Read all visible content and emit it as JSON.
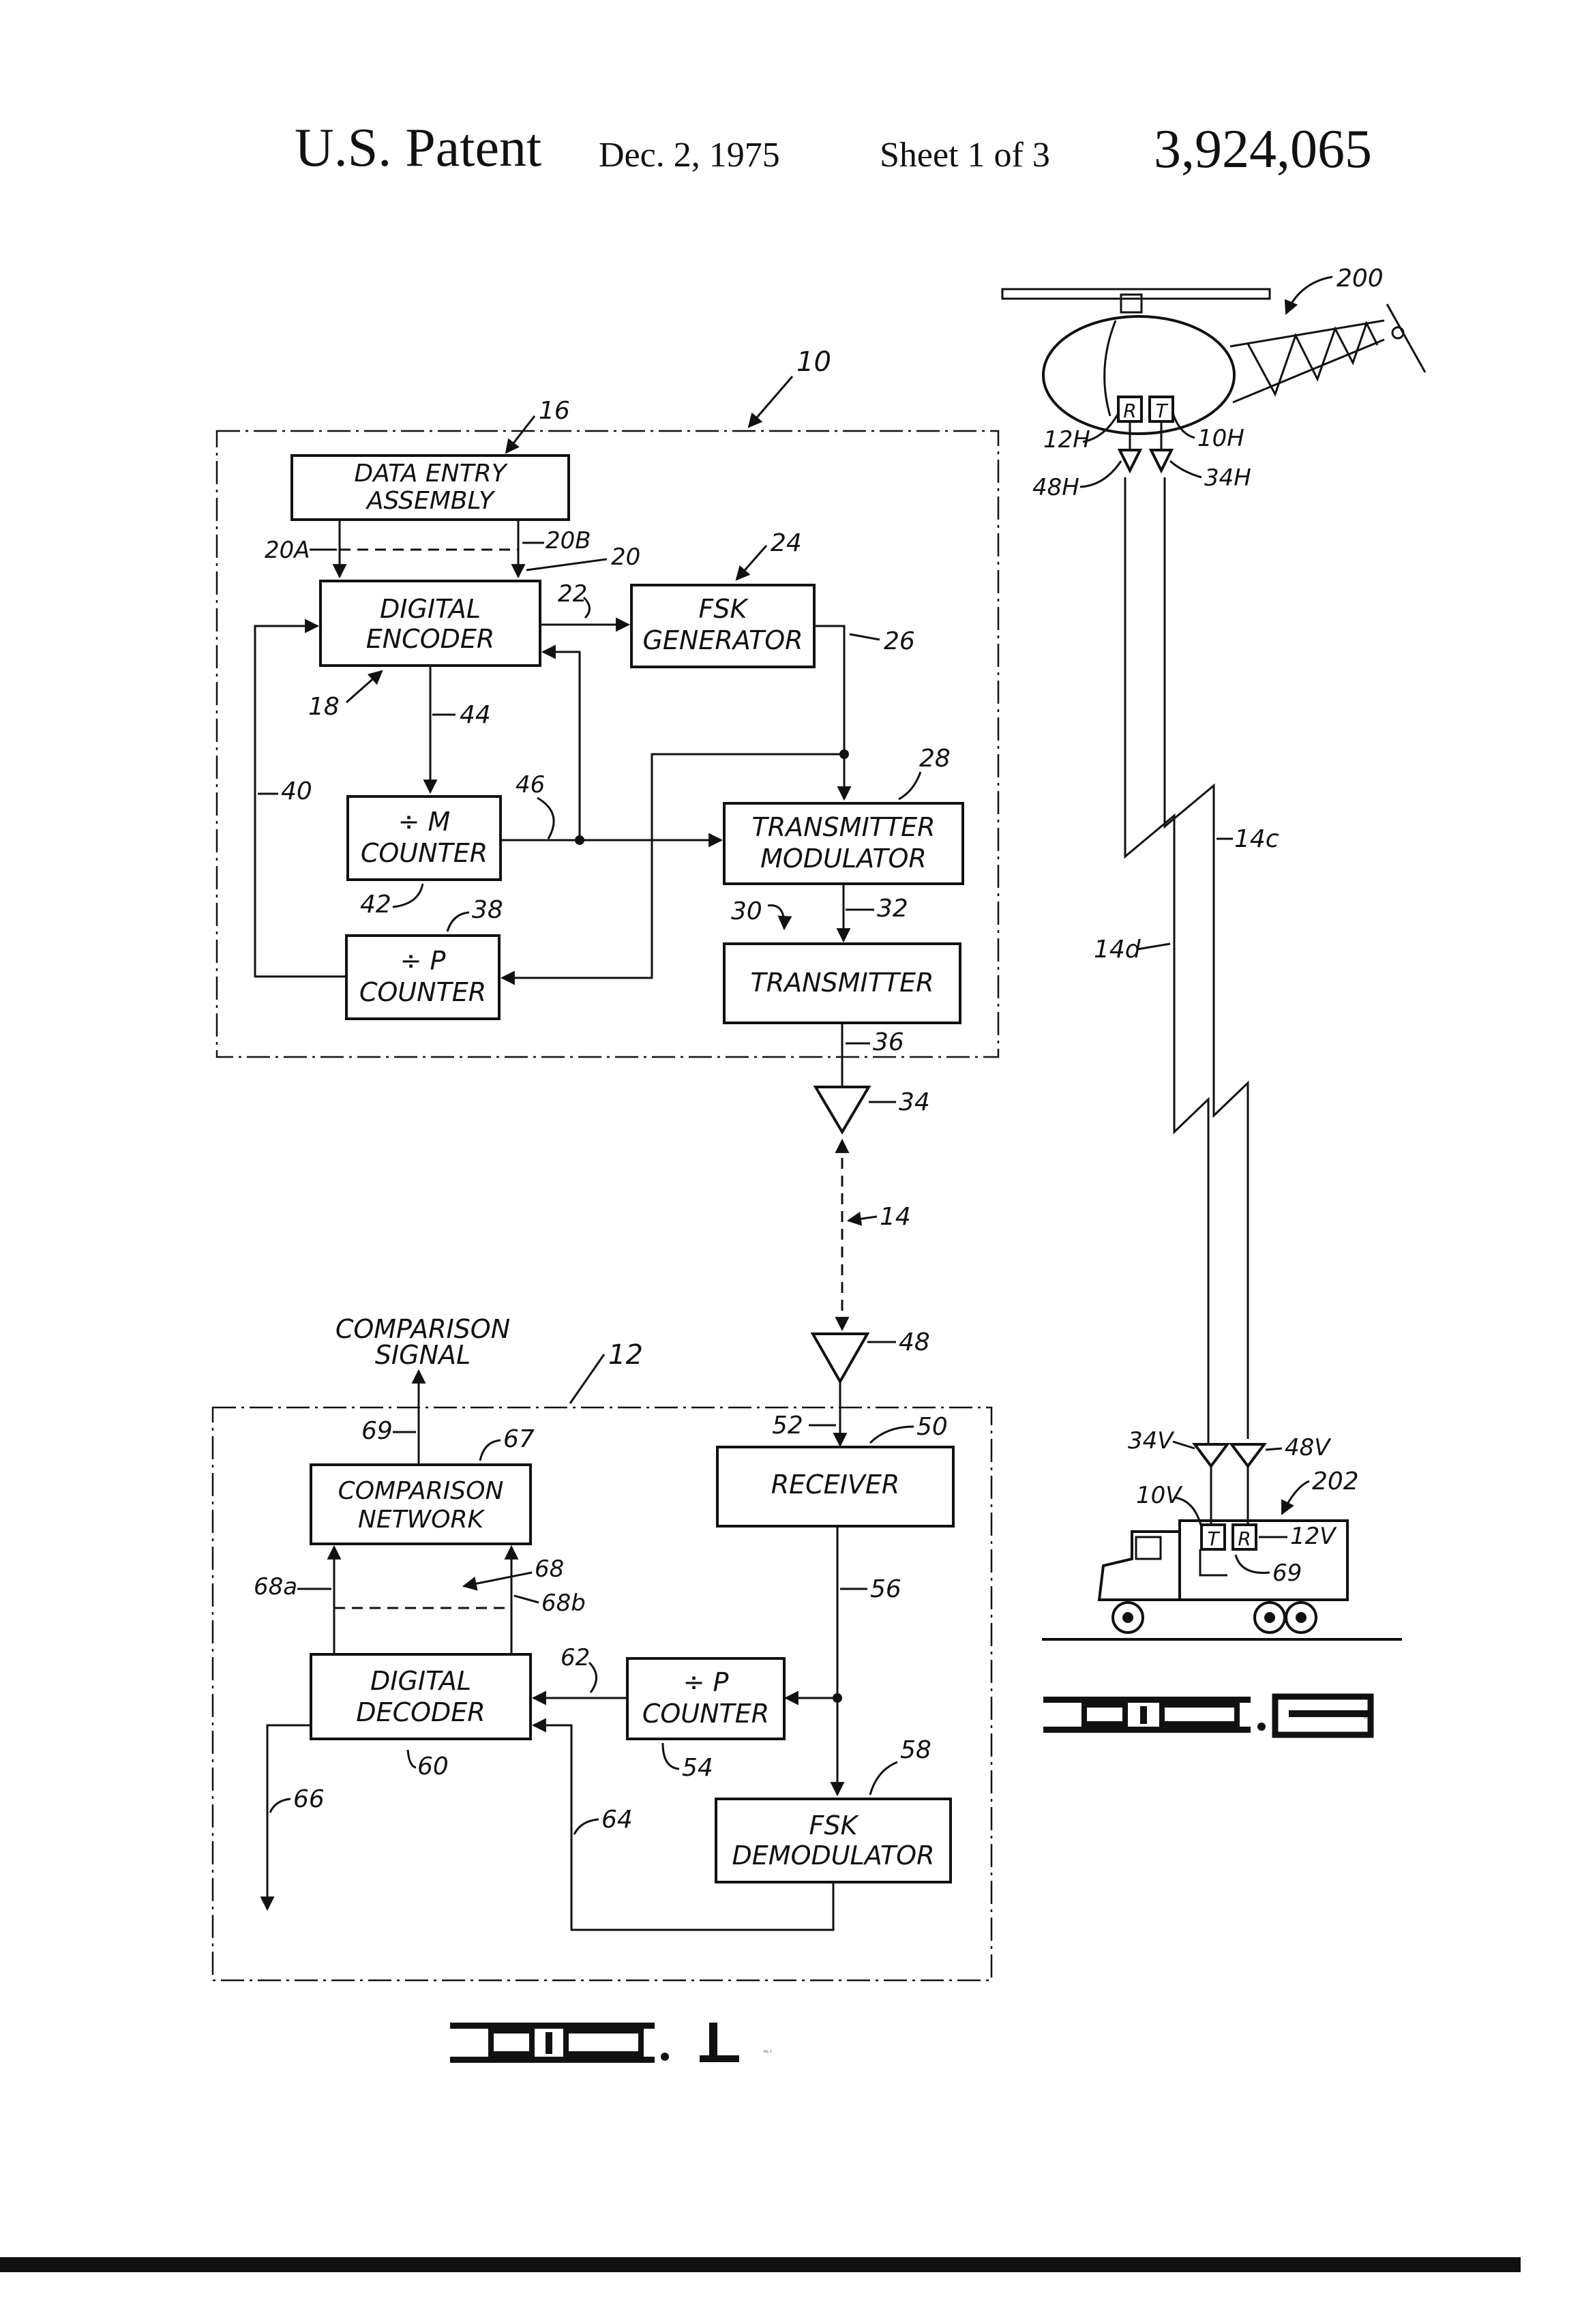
{
  "header": {
    "office": "U.S. Patent",
    "date": "Dec. 2, 1975",
    "sheet": "Sheet 1 of 3",
    "patent_number": "3,924,065"
  },
  "fig1": {
    "label": "FIG. 1",
    "transmitter_unit": {
      "ref": "10",
      "blocks": {
        "data_entry": {
          "line1": "DATA ENTRY",
          "line2": "ASSEMBLY",
          "ref": "16"
        },
        "digital_encoder": {
          "line1": "DIGITAL",
          "line2": "ENCODER",
          "ref": "18"
        },
        "fsk_generator": {
          "line1": "FSK",
          "line2": "GENERATOR",
          "ref": "24"
        },
        "m_counter": {
          "line1": "÷ M",
          "line2": "COUNTER",
          "ref": "42"
        },
        "p_counter": {
          "line1": "÷ P",
          "line2": "COUNTER",
          "ref": "38"
        },
        "transmitter_modulator": {
          "line1": "TRANSMITTER",
          "line2": "MODULATOR",
          "ref": "28"
        },
        "transmitter": {
          "line1": "TRANSMITTER",
          "ref": "30"
        }
      },
      "refs": {
        "r20a": "20A",
        "r20b": "20B",
        "r20": "20",
        "r22": "22",
        "r26": "26",
        "r44": "44",
        "r46": "46",
        "r40": "40",
        "r32": "32",
        "r36": "36",
        "r34": "34"
      }
    },
    "link_ref": "14",
    "receiver_unit": {
      "ref": "12",
      "output_label_line1": "COMPARISON",
      "output_label_line2": "SIGNAL",
      "blocks": {
        "comparison_network": {
          "line1": "COMPARISON",
          "line2": "NETWORK",
          "ref": "67"
        },
        "receiver": {
          "line1": "RECEIVER",
          "ref": "50"
        },
        "digital_decoder": {
          "line1": "DIGITAL",
          "line2": "DECODER",
          "ref": "60"
        },
        "p_counter": {
          "line1": "÷ P",
          "line2": "COUNTER",
          "ref": "54"
        },
        "fsk_demodulator": {
          "line1": "FSK",
          "line2": "DEMODULATOR",
          "ref": "58"
        }
      },
      "refs": {
        "r48": "48",
        "r52": "52",
        "r69": "69",
        "r68": "68",
        "r68a": "68a",
        "r68b": "68b",
        "r62": "62",
        "r56": "56",
        "r66": "66",
        "r64": "64"
      }
    }
  },
  "fig6": {
    "label": "FIG. 6",
    "helicopter_ref": "200",
    "truck_ref": "202",
    "refs": {
      "r12h": "12H",
      "r10h": "10H",
      "r48h": "48H",
      "r34h": "34H",
      "r14c": "14c",
      "r14d": "14d",
      "r34v": "34V",
      "r48v": "48V",
      "r10v": "10V",
      "r12v": "12V",
      "r69": "69"
    },
    "letters": {
      "R": "R",
      "T": "T"
    }
  },
  "colors": {
    "ink": "#111111",
    "paper": "#ffffff"
  }
}
